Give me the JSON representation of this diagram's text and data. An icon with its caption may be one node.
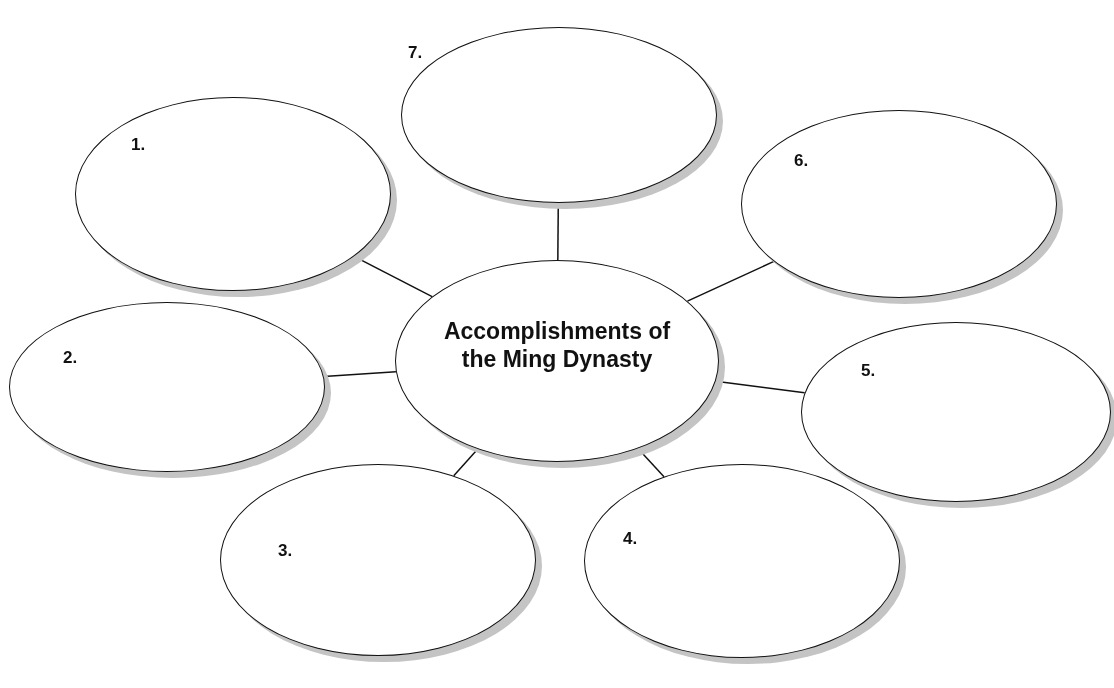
{
  "diagram": {
    "nodes": [
      {
        "text": [
          "Accomplishments of the Ming Dynasty"
        ]
      },
      {
        "text": [
          "1."
        ]
      },
      {
        "text": [
          "2."
        ]
      },
      {
        "text": [
          "3."
        ]
      },
      {
        "text": [
          "4."
        ]
      },
      {
        "text": [
          "5."
        ]
      },
      {
        "text": [
          "6."
        ]
      },
      {
        "text": [
          "7."
        ]
      }
    ],
    "edges": [
      {
        "from": 0,
        "to": 1,
        "arrow": "none"
      },
      {
        "from": 0,
        "to": 2,
        "arrow": "none"
      },
      {
        "from": 0,
        "to": 3,
        "arrow": "none"
      },
      {
        "from": 0,
        "to": 4,
        "arrow": "none"
      },
      {
        "from": 0,
        "to": 5,
        "arrow": "none"
      },
      {
        "from": 0,
        "to": 6,
        "arrow": "none"
      },
      {
        "from": 0,
        "to": 7,
        "arrow": "none"
      }
    ]
  }
}
